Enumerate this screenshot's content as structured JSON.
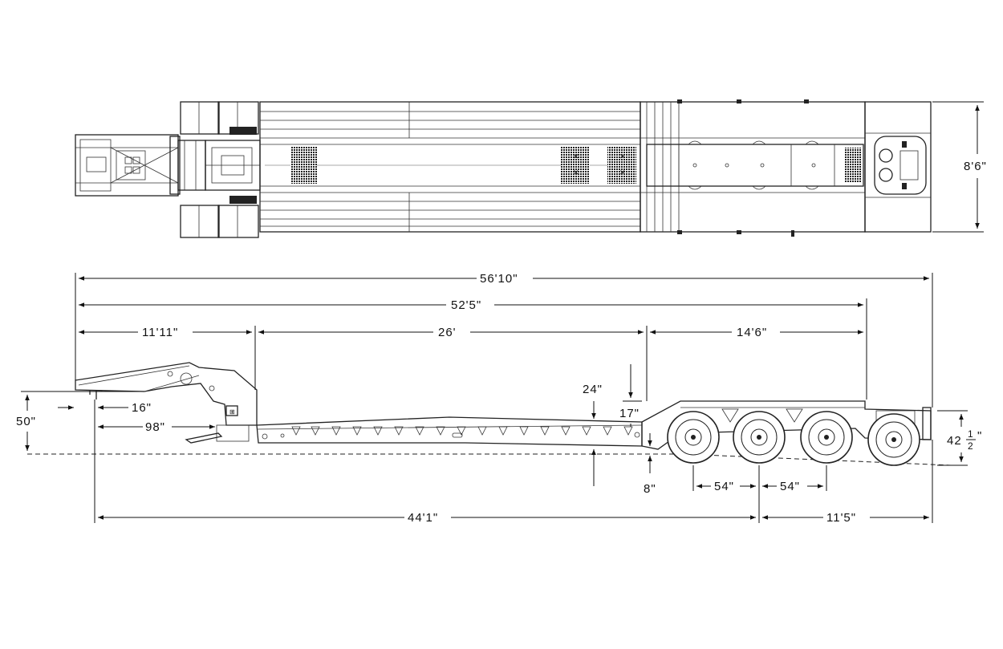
{
  "dimensions": {
    "width_top": "8'6\"",
    "overall_length": "56'10\"",
    "length_to_rear_axle": "52'5\"",
    "gooseneck_length": "11'11\"",
    "deck_length": "26'",
    "rear_frame_length": "14'6\"",
    "kingpin_setback": "16\"",
    "fifth_wheel_height": "50\"",
    "kingpin_to_deck": "98\"",
    "rear_deck_rise": "24\"",
    "rear_deck_offset": "17\"",
    "deck_ground_clearance": "8\"",
    "axle_spacing_1": "54\"",
    "axle_spacing_2": "54\"",
    "rear_height_whole": "42",
    "rear_height_num": "1",
    "rear_height_den": "2",
    "rear_height_unit": "\"",
    "kingpin_to_center_axles": "44'1\"",
    "center_axles_to_rear": "11'5\""
  }
}
